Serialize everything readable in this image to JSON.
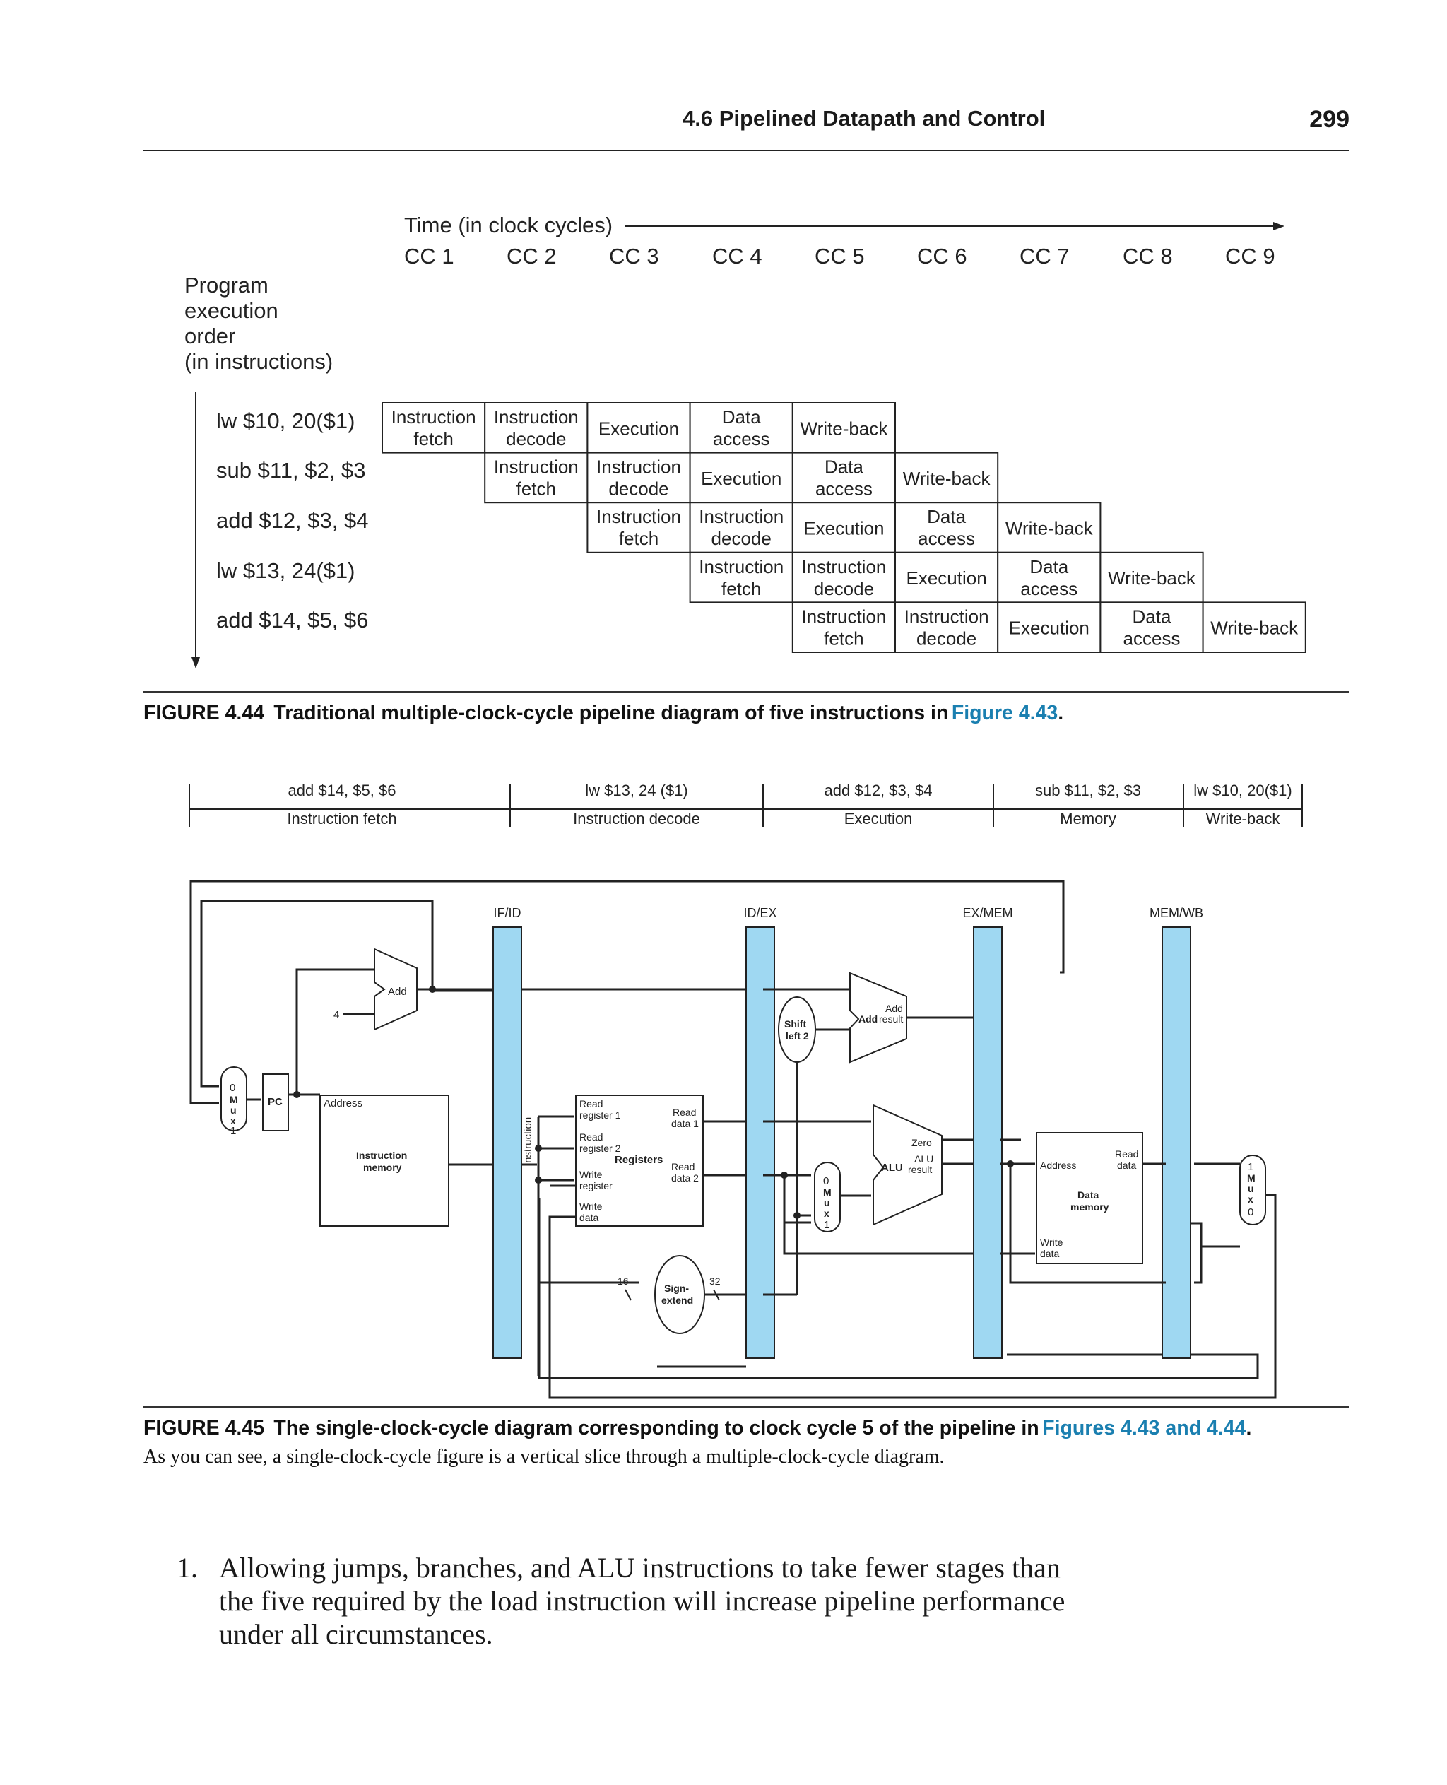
{
  "header": {
    "running_head": "4.6   Pipelined Datapath and Control",
    "page_number": "299"
  },
  "figure_444": {
    "time_label": "Time (in clock cycles)",
    "cycles": [
      "CC 1",
      "CC 2",
      "CC 3",
      "CC 4",
      "CC 5",
      "CC 6",
      "CC 7",
      "CC 8",
      "CC 9"
    ],
    "order_label": [
      "Program",
      "execution",
      "order",
      "(in instructions)"
    ],
    "instructions": [
      "lw $10, 20($1)",
      "sub $11, $2, $3",
      "add $12, $3, $4",
      "lw $13, 24($1)",
      "add $14, $5, $6"
    ],
    "stages": [
      [
        "Instruction",
        "fetch"
      ],
      [
        "Instruction",
        "decode"
      ],
      [
        "Execution"
      ],
      [
        "Data",
        "access"
      ],
      [
        "Write-back"
      ]
    ],
    "caption_label": "FIGURE 4.44",
    "caption_text": "Traditional multiple-clock-cycle pipeline diagram of five instructions in",
    "caption_link": "Figure 4.43",
    "caption_end": "."
  },
  "figure_445": {
    "stage_instructions": [
      "add $14, $5, $6",
      "lw $13, 24 ($1)",
      "add $12, $3, $4",
      "sub $11, $2, $3",
      "lw $10, 20($1)"
    ],
    "stage_names": [
      "Instruction fetch",
      "Instruction decode",
      "Execution",
      "Memory",
      "Write-back"
    ],
    "registers": [
      "IF/ID",
      "ID/EX",
      "EX/MEM",
      "MEM/WB"
    ],
    "labels": {
      "add": "Add",
      "four": "4",
      "pc": "PC",
      "address": "Address",
      "instruction_memory": [
        "Instruction",
        "memory"
      ],
      "instruction": "Instruction",
      "read_register_1": [
        "Read",
        "register 1"
      ],
      "read_register_2": [
        "Read",
        "register 2"
      ],
      "write_register": [
        "Write",
        "register"
      ],
      "write_data": [
        "Write",
        "data"
      ],
      "registers": "Registers",
      "read_data_1": [
        "Read",
        "data 1"
      ],
      "read_data_2": [
        "Read",
        "data 2"
      ],
      "shift_left_2": [
        "Shift",
        "left 2"
      ],
      "add_result": [
        "Add",
        "result"
      ],
      "alu": "ALU",
      "zero": "Zero",
      "alu_result": [
        "ALU",
        "result"
      ],
      "sign_extend": [
        "Sign-",
        "extend"
      ],
      "bits_16": "16",
      "bits_32": "32",
      "data_memory": [
        "Data",
        "memory"
      ],
      "read_data": [
        "Read",
        "data"
      ],
      "mux_letters": [
        "M",
        "u",
        "x"
      ],
      "zero_digit": "0",
      "one_digit": "1"
    },
    "caption_label": "FIGURE 4.45",
    "caption_text": "The single-clock-cycle diagram corresponding to clock cycle 5 of the pipeline in",
    "caption_link": "Figures 4.43 and 4.44",
    "caption_end": ".",
    "caption_body": "As you can see, a single-clock-cycle figure is a vertical slice through a multiple-clock-cycle diagram."
  },
  "question": {
    "number": "1.",
    "text": "Allowing jumps, branches, and ALU instructions to take fewer stages than the five required by the load instruction will increase pipeline performance under all circumstances."
  },
  "colors": {
    "pipeline_register": "#9fd8f2",
    "link": "#1a7fb0"
  }
}
